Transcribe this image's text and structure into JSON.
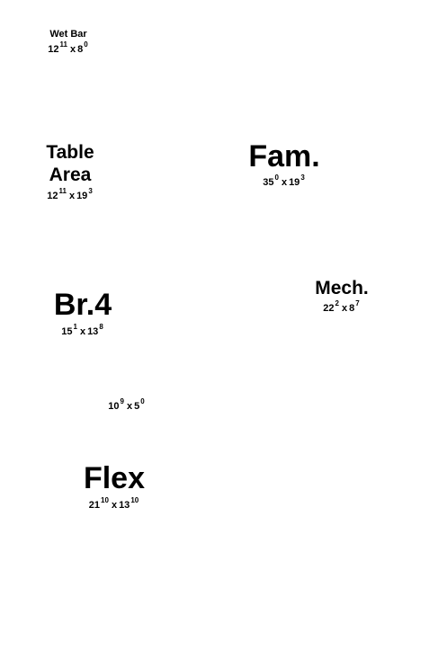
{
  "rooms": [
    {
      "id": "wet-bar",
      "name_lines": [
        "Wet Bar"
      ],
      "width": "12",
      "width_in": "11",
      "length": "8",
      "length_in": "0"
    },
    {
      "id": "table-area",
      "name_lines": [
        "Table",
        "Area"
      ],
      "width": "12",
      "width_in": "11",
      "length": "19",
      "length_in": "3"
    },
    {
      "id": "fam",
      "name_lines": [
        "Fam."
      ],
      "width": "35",
      "width_in": "0",
      "length": "19",
      "length_in": "3"
    },
    {
      "id": "mech",
      "name_lines": [
        "Mech."
      ],
      "width": "22",
      "width_in": "2",
      "length": "8",
      "length_in": "7"
    },
    {
      "id": "br4",
      "name_lines": [
        "Br.4"
      ],
      "width": "15",
      "width_in": "1",
      "length": "13",
      "length_in": "8"
    },
    {
      "id": "closet",
      "name_lines": [],
      "width": "10",
      "width_in": "9",
      "length": "5",
      "length_in": "0"
    },
    {
      "id": "flex",
      "name_lines": [
        "Flex"
      ],
      "width": "21",
      "width_in": "10",
      "length": "13",
      "length_in": "10"
    }
  ],
  "dimension_separator": "x"
}
